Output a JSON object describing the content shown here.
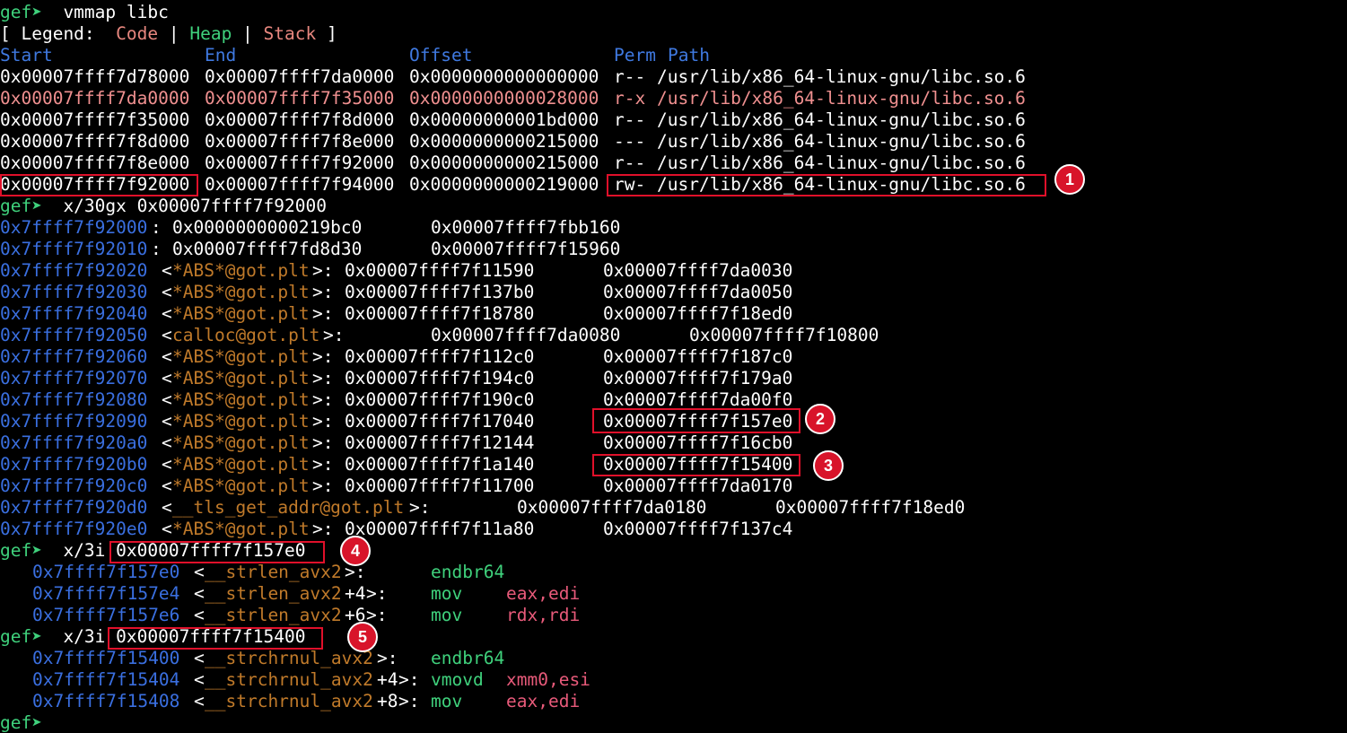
{
  "cmd1": {
    "prompt": "gef➤ ",
    "text": " vmmap libc"
  },
  "legend": {
    "open": "[ Legend:  ",
    "code": "Code",
    "sep1": " | ",
    "heap": "Heap",
    "sep2": " | ",
    "stack": "Stack",
    "close": " ]"
  },
  "header": {
    "start": "Start",
    "end": "End",
    "offset": "Offset",
    "perm": "Perm",
    "path": "Path"
  },
  "vmmap": [
    {
      "start": "0x00007ffff7d78000",
      "end": "0x00007ffff7da0000",
      "offset": "0x0000000000000000",
      "perm": "r--",
      "path": "/usr/lib/x86_64-linux-gnu/libc.so.6",
      "code": false
    },
    {
      "start": "0x00007ffff7da0000",
      "end": "0x00007ffff7f35000",
      "offset": "0x0000000000028000",
      "perm": "r-x",
      "path": "/usr/lib/x86_64-linux-gnu/libc.so.6",
      "code": true
    },
    {
      "start": "0x00007ffff7f35000",
      "end": "0x00007ffff7f8d000",
      "offset": "0x00000000001bd000",
      "perm": "r--",
      "path": "/usr/lib/x86_64-linux-gnu/libc.so.6",
      "code": false
    },
    {
      "start": "0x00007ffff7f8d000",
      "end": "0x00007ffff7f8e000",
      "offset": "0x0000000000215000",
      "perm": "---",
      "path": "/usr/lib/x86_64-linux-gnu/libc.so.6",
      "code": false
    },
    {
      "start": "0x00007ffff7f8e000",
      "end": "0x00007ffff7f92000",
      "offset": "0x0000000000215000",
      "perm": "r--",
      "path": "/usr/lib/x86_64-linux-gnu/libc.so.6",
      "code": false
    },
    {
      "start": "0x00007ffff7f92000",
      "end": "0x00007ffff7f94000",
      "offset": "0x0000000000219000",
      "perm": "rw-",
      "path": "/usr/lib/x86_64-linux-gnu/libc.so.6",
      "code": false
    }
  ],
  "cmd2": {
    "prompt": "gef➤ ",
    "text": " x/30gx 0x00007ffff7f92000"
  },
  "dump": [
    {
      "addr": "0x7ffff7f92000",
      "label": "",
      "v1": "0x0000000000219bc0",
      "v2": "0x00007ffff7fbb160"
    },
    {
      "addr": "0x7ffff7f92010",
      "label": "",
      "v1": "0x00007ffff7fd8d30",
      "v2": "0x00007ffff7f15960"
    },
    {
      "addr": "0x7ffff7f92020",
      "label": "*ABS*@got.plt",
      "v1": "0x00007ffff7f11590",
      "v2": "0x00007ffff7da0030"
    },
    {
      "addr": "0x7ffff7f92030",
      "label": "*ABS*@got.plt",
      "v1": "0x00007ffff7f137b0",
      "v2": "0x00007ffff7da0050"
    },
    {
      "addr": "0x7ffff7f92040",
      "label": "*ABS*@got.plt",
      "v1": "0x00007ffff7f18780",
      "v2": "0x00007ffff7f18ed0"
    },
    {
      "addr": "0x7ffff7f92050",
      "label": "calloc@got.plt",
      "v1": "0x00007ffff7da0080",
      "v2": "0x00007ffff7f10800"
    },
    {
      "addr": "0x7ffff7f92060",
      "label": "*ABS*@got.plt",
      "v1": "0x00007ffff7f112c0",
      "v2": "0x00007ffff7f187c0"
    },
    {
      "addr": "0x7ffff7f92070",
      "label": "*ABS*@got.plt",
      "v1": "0x00007ffff7f194c0",
      "v2": "0x00007ffff7f179a0"
    },
    {
      "addr": "0x7ffff7f92080",
      "label": "*ABS*@got.plt",
      "v1": "0x00007ffff7f190c0",
      "v2": "0x00007ffff7da00f0"
    },
    {
      "addr": "0x7ffff7f92090",
      "label": "*ABS*@got.plt",
      "v1": "0x00007ffff7f17040",
      "v2": "0x00007ffff7f157e0"
    },
    {
      "addr": "0x7ffff7f920a0",
      "label": "*ABS*@got.plt",
      "v1": "0x00007ffff7f12144",
      "v2": "0x00007ffff7f16cb0"
    },
    {
      "addr": "0x7ffff7f920b0",
      "label": "*ABS*@got.plt",
      "v1": "0x00007ffff7f1a140",
      "v2": "0x00007ffff7f15400"
    },
    {
      "addr": "0x7ffff7f920c0",
      "label": "*ABS*@got.plt",
      "v1": "0x00007ffff7f11700",
      "v2": "0x00007ffff7da0170"
    },
    {
      "addr": "0x7ffff7f920d0",
      "label": "__tls_get_addr@got.plt",
      "v1": "0x00007ffff7da0180",
      "v2": "0x00007ffff7f18ed0"
    },
    {
      "addr": "0x7ffff7f920e0",
      "label": "*ABS*@got.plt",
      "v1": "0x00007ffff7f11a80",
      "v2": "0x00007ffff7f137c4"
    }
  ],
  "cmd3": {
    "prompt": "gef➤ ",
    "text": " x/3i ",
    "arg": "0x00007ffff7f157e0"
  },
  "dis1": [
    {
      "addr": "0x7ffff7f157e0",
      "func": "__strlen_avx2",
      "off": "",
      "mnem": "endbr64",
      "ops": ""
    },
    {
      "addr": "0x7ffff7f157e4",
      "func": "__strlen_avx2",
      "off": "+4",
      "mnem": "mov",
      "ops": "eax,edi"
    },
    {
      "addr": "0x7ffff7f157e6",
      "func": "__strlen_avx2",
      "off": "+6",
      "mnem": "mov",
      "ops": "rdx,rdi"
    }
  ],
  "cmd4": {
    "prompt": "gef➤ ",
    "text": " x/3i ",
    "arg": "0x00007ffff7f15400"
  },
  "dis2": [
    {
      "addr": "0x7ffff7f15400",
      "func": "__strchrnul_avx2",
      "off": "",
      "mnem": "endbr64",
      "ops": ""
    },
    {
      "addr": "0x7ffff7f15404",
      "func": "__strchrnul_avx2",
      "off": "+4",
      "mnem": "vmovd",
      "ops": "xmm0,esi"
    },
    {
      "addr": "0x7ffff7f15408",
      "func": "__strchrnul_avx2",
      "off": "+8",
      "mnem": "mov",
      "ops": "eax,edi"
    }
  ],
  "cmd5": {
    "prompt": "gef➤ "
  },
  "badges": [
    "1",
    "2",
    "3",
    "4",
    "5"
  ]
}
